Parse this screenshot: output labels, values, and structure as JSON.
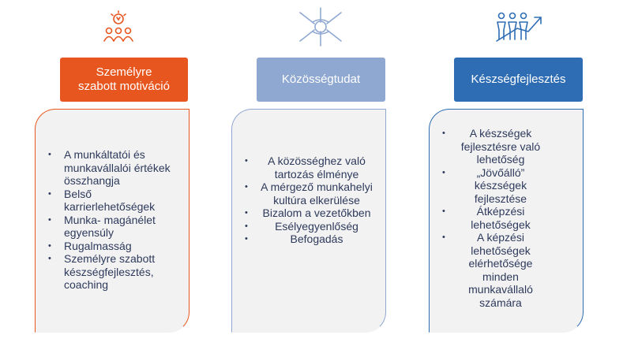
{
  "columns": [
    {
      "header": "Személyre szabott motiváció",
      "header_line1": "Személyre",
      "header_line2": "szabott motiváció",
      "header_color": "#e8561f",
      "border_color": "#e8561f",
      "icon": "lightbulb-team-icon",
      "items": [
        "A munkáltatói és munkavállalói értékek összhangja",
        "Belső karrierlehetőségek",
        "Munka- magánélet egyensúly",
        "Rugalmasság",
        "Személyre szabott készségfejlesztés, coaching"
      ]
    },
    {
      "header": "Közösségtudat",
      "header_color": "#8fa8d1",
      "border_color": "#8fa8d1",
      "icon": "joined-hands-icon",
      "items": [
        "A közösséghez való tartozás élménye",
        "A mérgező munkahelyi kultúra elkerülése",
        "Bizalom a vezetőkben",
        "Esélyegyenlőség",
        "Befogadás"
      ]
    },
    {
      "header": "Készségfejlesztés",
      "header_color": "#2e6db4",
      "border_color": "#2e6db4",
      "icon": "people-growth-arrow-icon",
      "items": [
        "A készségek fejlesztésre való lehetőség",
        "„Jövőálló” készségek fejlesztése",
        "Átképzési lehetőségek",
        "A képzési lehetőségek elérhetősége minden munkavállaló számára"
      ]
    }
  ]
}
